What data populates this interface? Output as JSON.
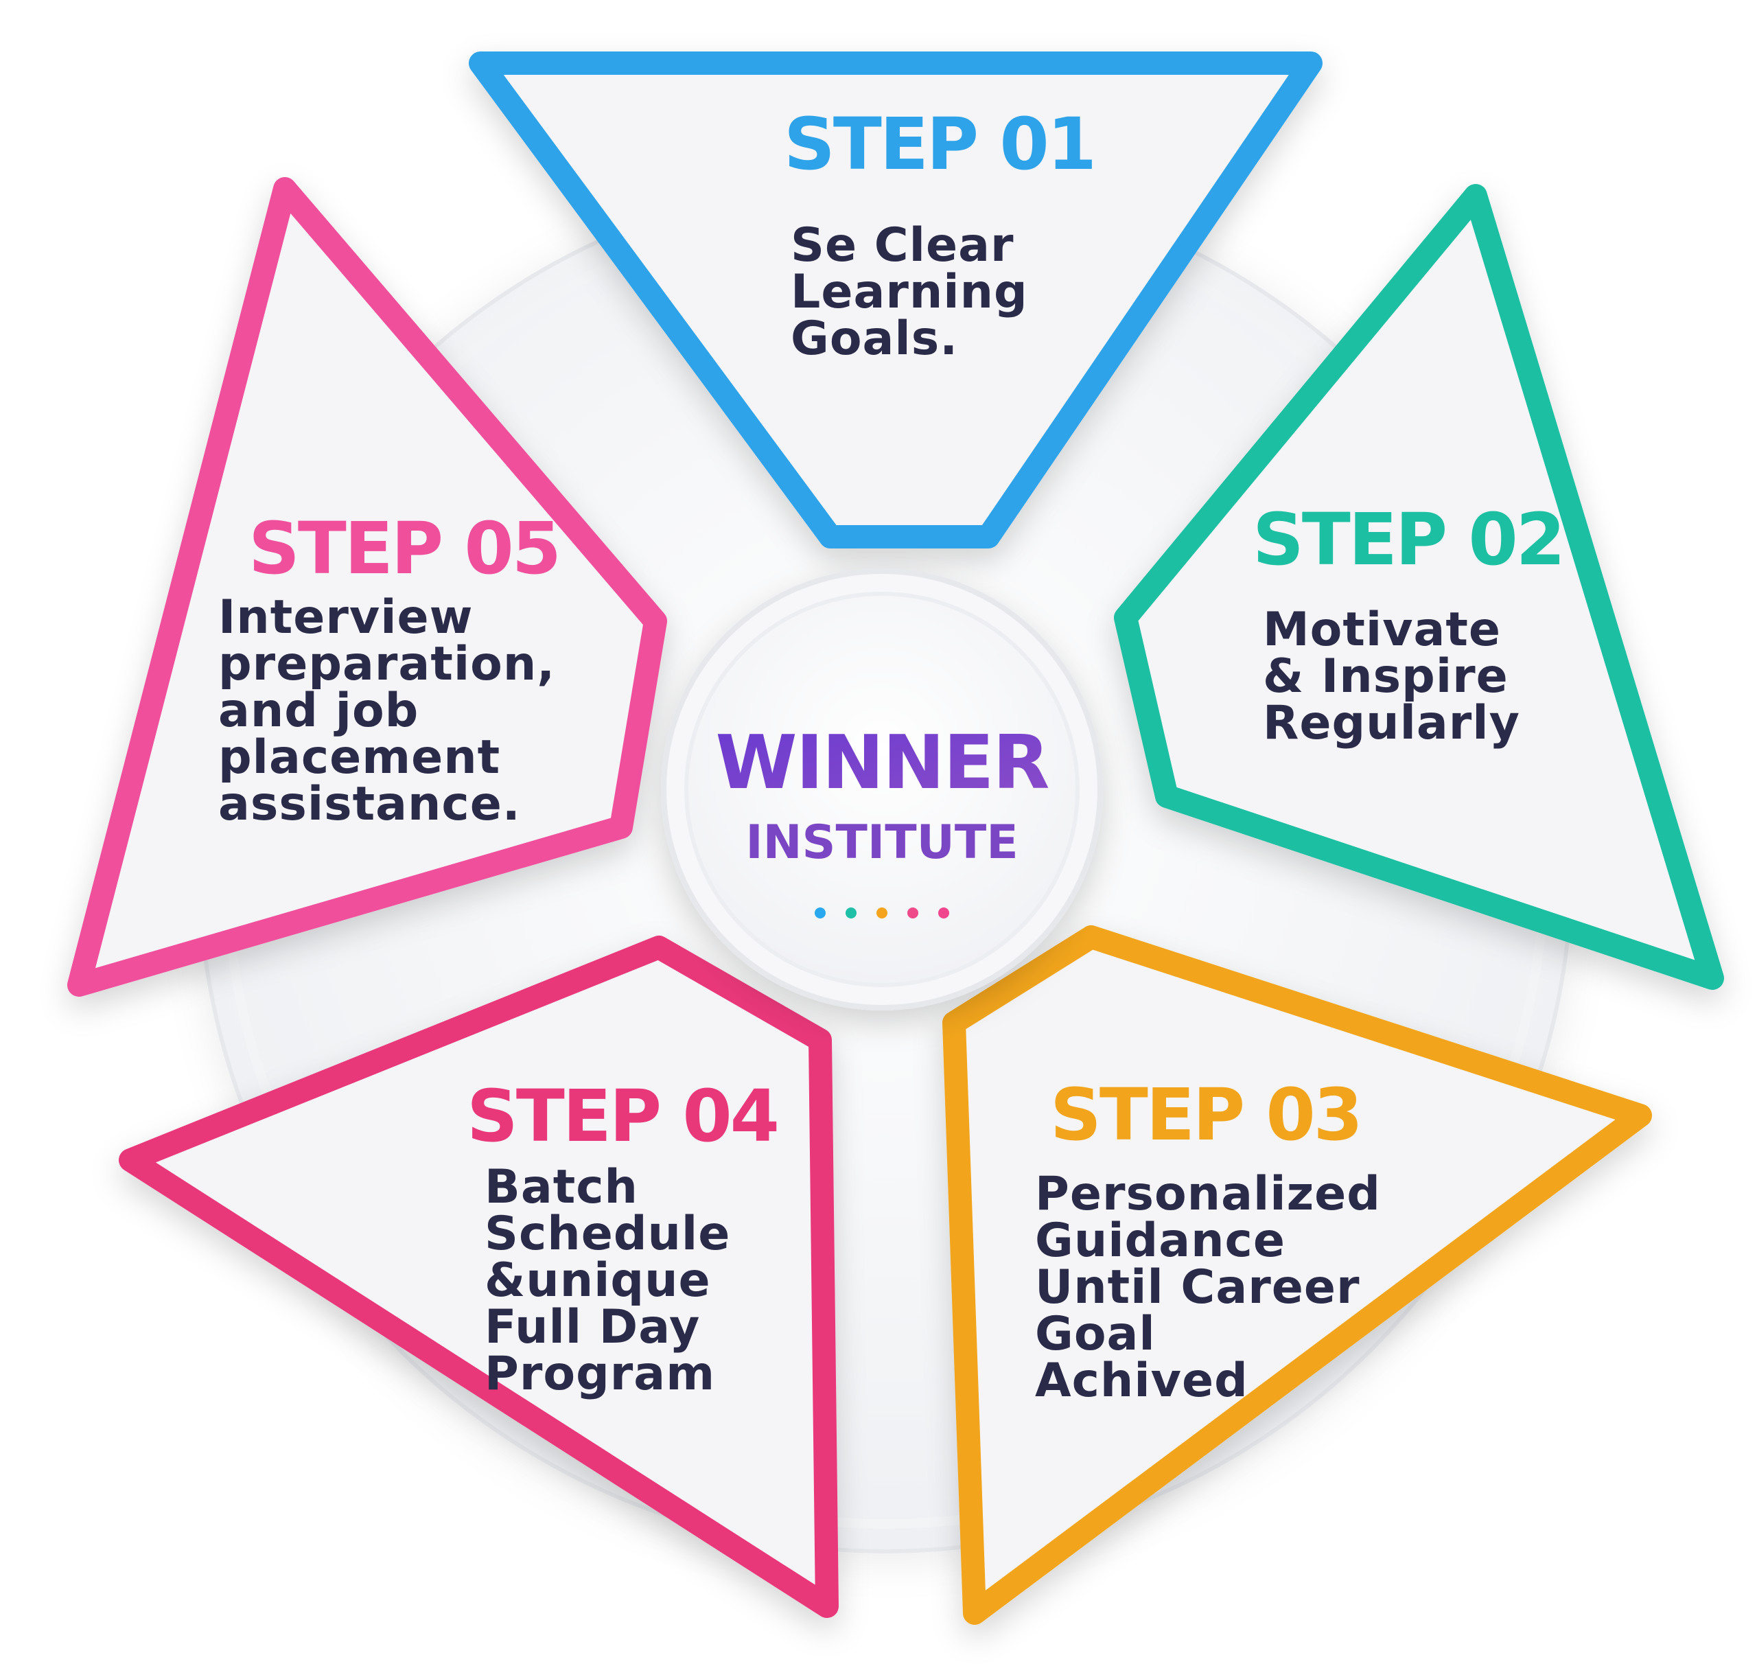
{
  "hub": {
    "title": "WINNER",
    "subtitle": "INSTITUTE",
    "title_color": "#7b3fc4",
    "dots": [
      "#29a8f0",
      "#1fbfa8",
      "#f5a51d",
      "#ef4b8a",
      "#f0468e"
    ]
  },
  "steps": [
    {
      "id": "step-01",
      "title": "STEP 01",
      "lines": [
        "Se Clear",
        "Learning",
        "Goals."
      ],
      "color": "#2fa3ea"
    },
    {
      "id": "step-02",
      "title": "STEP 02",
      "lines": [
        "Motivate",
        "& Inspire",
        "Regularly"
      ],
      "color": "#1fbfa2"
    },
    {
      "id": "step-03",
      "title": "STEP 03",
      "lines": [
        "Personalized",
        "Guidance",
        "Until Career",
        "Goal",
        "Achived"
      ],
      "color": "#f2a51a"
    },
    {
      "id": "step-04",
      "title": "STEP 04",
      "lines": [
        "Batch",
        "Schedule",
        "&unique",
        "Full Day",
        "Program"
      ],
      "color": "#e9387a"
    },
    {
      "id": "step-05",
      "title": "STEP 05",
      "lines": [
        "Interview",
        "preparation,",
        "and job",
        "placement",
        "assistance."
      ],
      "color": "#f0509c"
    }
  ]
}
